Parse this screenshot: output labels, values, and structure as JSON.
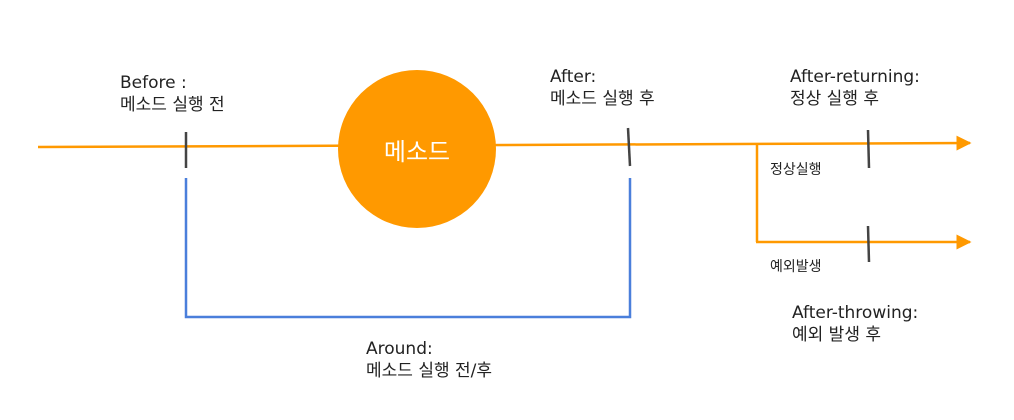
{
  "colors": {
    "timeline": "#FF9900",
    "around": "#4A7FDB",
    "tick": "#444444",
    "method": "#FF9900",
    "method_text": "#FFFFFF"
  },
  "method": {
    "label": "메소드"
  },
  "before": {
    "title": "Before :",
    "desc": "메소드 실행 전"
  },
  "after": {
    "title": "After:",
    "desc": "메소드 실행 후"
  },
  "after_returning": {
    "title": "After-returning:",
    "desc": "정상 실행 후"
  },
  "after_throwing": {
    "title": "After-throwing:",
    "desc": "예외 발생 후"
  },
  "around": {
    "title": "Around:",
    "desc": "메소드 실행 전/후"
  },
  "branch": {
    "normal": "정상실행",
    "exception": "예외발생"
  }
}
